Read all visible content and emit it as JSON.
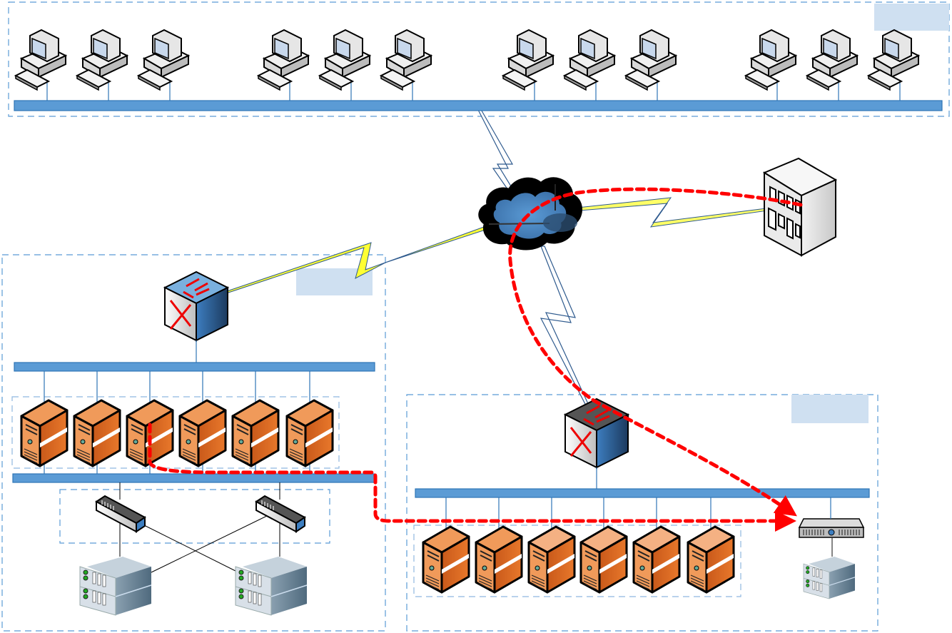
{
  "diagram": {
    "title": "",
    "colors": {
      "zone_border": "#5b9bd5",
      "bus": "#5b9bd5",
      "bus_edge": "#2e75b6",
      "label_box": "#cfe0f1",
      "wan_link_yellow": "#ffff66",
      "wan_link_blue": "#ffffff",
      "data_path": "#ff0000",
      "server_orange": "#e07020",
      "cloud": "#5b9bd5"
    },
    "zones": [
      {
        "id": "clients",
        "label": "",
        "devices": {
          "type": "workstation",
          "count": 12,
          "groups": 4
        }
      },
      {
        "id": "site-a",
        "label": "",
        "devices": {
          "router": 1,
          "servers": 6,
          "fc_switches": 2,
          "storage_arrays": 2
        }
      },
      {
        "id": "site-b",
        "label": "",
        "devices": {
          "router": 1,
          "servers": 6,
          "storage_gateway": 1,
          "storage_arrays": 1
        }
      }
    ],
    "nodes": [
      {
        "id": "wan-cloud",
        "type": "cloud"
      },
      {
        "id": "remote-building",
        "type": "building"
      }
    ],
    "links": [
      {
        "from": "clients",
        "to": "wan-cloud",
        "style": "lightning-white"
      },
      {
        "from": "wan-cloud",
        "to": "remote-building",
        "style": "lightning-yellow"
      },
      {
        "from": "wan-cloud",
        "to": "site-a",
        "style": "lightning-yellow"
      },
      {
        "from": "wan-cloud",
        "to": "site-b",
        "style": "lightning-white"
      }
    ],
    "data_paths": [
      {
        "from": "remote-building",
        "to": "site-b-storage-gateway",
        "via": "wan-cloud",
        "style": "dashed-red-arrow"
      },
      {
        "from": "site-a-server-3",
        "to": "site-b-storage-gateway",
        "style": "dashed-red-arrow"
      }
    ]
  }
}
